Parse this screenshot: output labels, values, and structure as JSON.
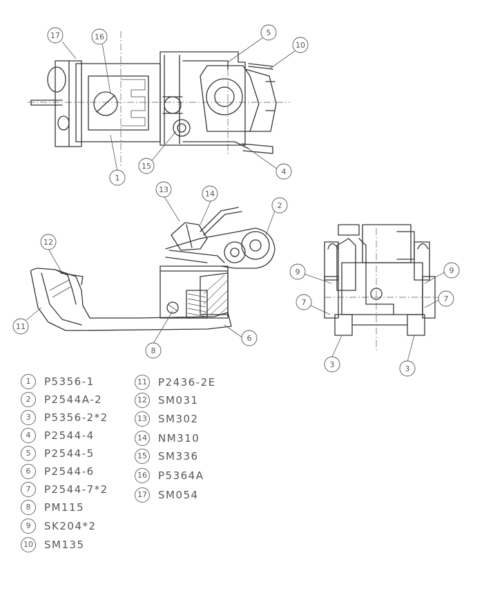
{
  "callouts": [
    "1",
    "2",
    "3",
    "4",
    "5",
    "6",
    "7",
    "8",
    "9",
    "10",
    "11",
    "12",
    "13",
    "14",
    "15",
    "16",
    "17"
  ],
  "parts_left": [
    {
      "num": "1",
      "code": "P5356-1"
    },
    {
      "num": "2",
      "code": "P2544A-2"
    },
    {
      "num": "3",
      "code": "P5356-2*2"
    },
    {
      "num": "4",
      "code": "P2544-4"
    },
    {
      "num": "5",
      "code": "P2544-5"
    },
    {
      "num": "6",
      "code": "P2544-6"
    },
    {
      "num": "7",
      "code": "P2544-7*2"
    },
    {
      "num": "8",
      "code": "PM115"
    },
    {
      "num": "9",
      "code": "SK204*2"
    },
    {
      "num": "10",
      "code": "SM135"
    }
  ],
  "parts_right": [
    {
      "num": "11",
      "code": "P2436-2E"
    },
    {
      "num": "12",
      "code": "SM031"
    },
    {
      "num": "13",
      "code": "SM302"
    },
    {
      "num": "14",
      "code": "NM310"
    },
    {
      "num": "15",
      "code": "SM336"
    },
    {
      "num": "16",
      "code": "P5364A"
    },
    {
      "num": "17",
      "code": "SM054"
    }
  ]
}
